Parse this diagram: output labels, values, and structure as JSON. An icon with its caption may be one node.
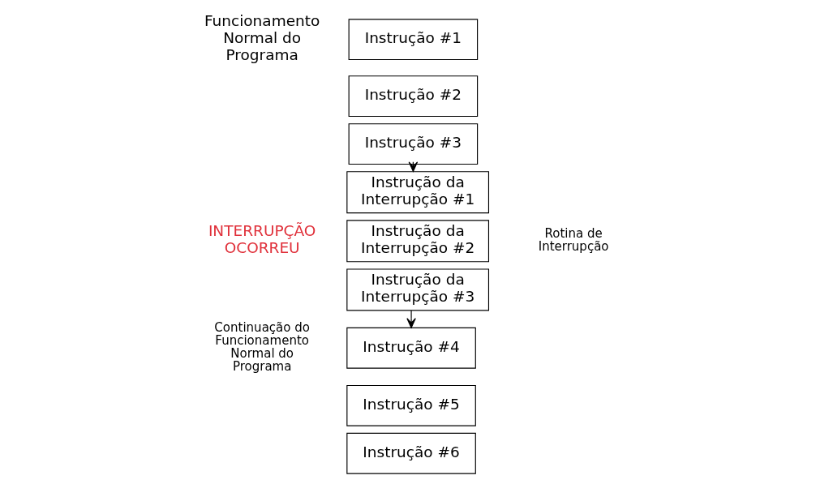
{
  "diagram": {
    "nodes": [
      {
        "text": [
          "Instrução #1"
        ]
      },
      {
        "text": [
          "Instrução #2"
        ]
      },
      {
        "text": [
          "Instrução #3"
        ]
      },
      {
        "text": [
          "Instrução da Interrupção #1"
        ]
      },
      {
        "text": [
          "Instrução da Interrupção #2"
        ]
      },
      {
        "text": [
          "Instrução da Interrupção #3"
        ]
      },
      {
        "text": [
          "Instrução #4"
        ]
      },
      {
        "text": [
          "Instrução #5"
        ]
      },
      {
        "text": [
          "Instrução #6"
        ]
      }
    ],
    "edges": [
      {
        "from": 2,
        "to": 3,
        "arrow": "to"
      },
      {
        "from": 5,
        "to": 6,
        "arrow": "to"
      }
    ],
    "labels": [
      "Funcionamento Normal do Programa",
      "INTERRUPÇÃO OCORREU",
      "Rotina de Interrupção",
      "Continuação do Funcionamento Normal do Programa"
    ]
  }
}
